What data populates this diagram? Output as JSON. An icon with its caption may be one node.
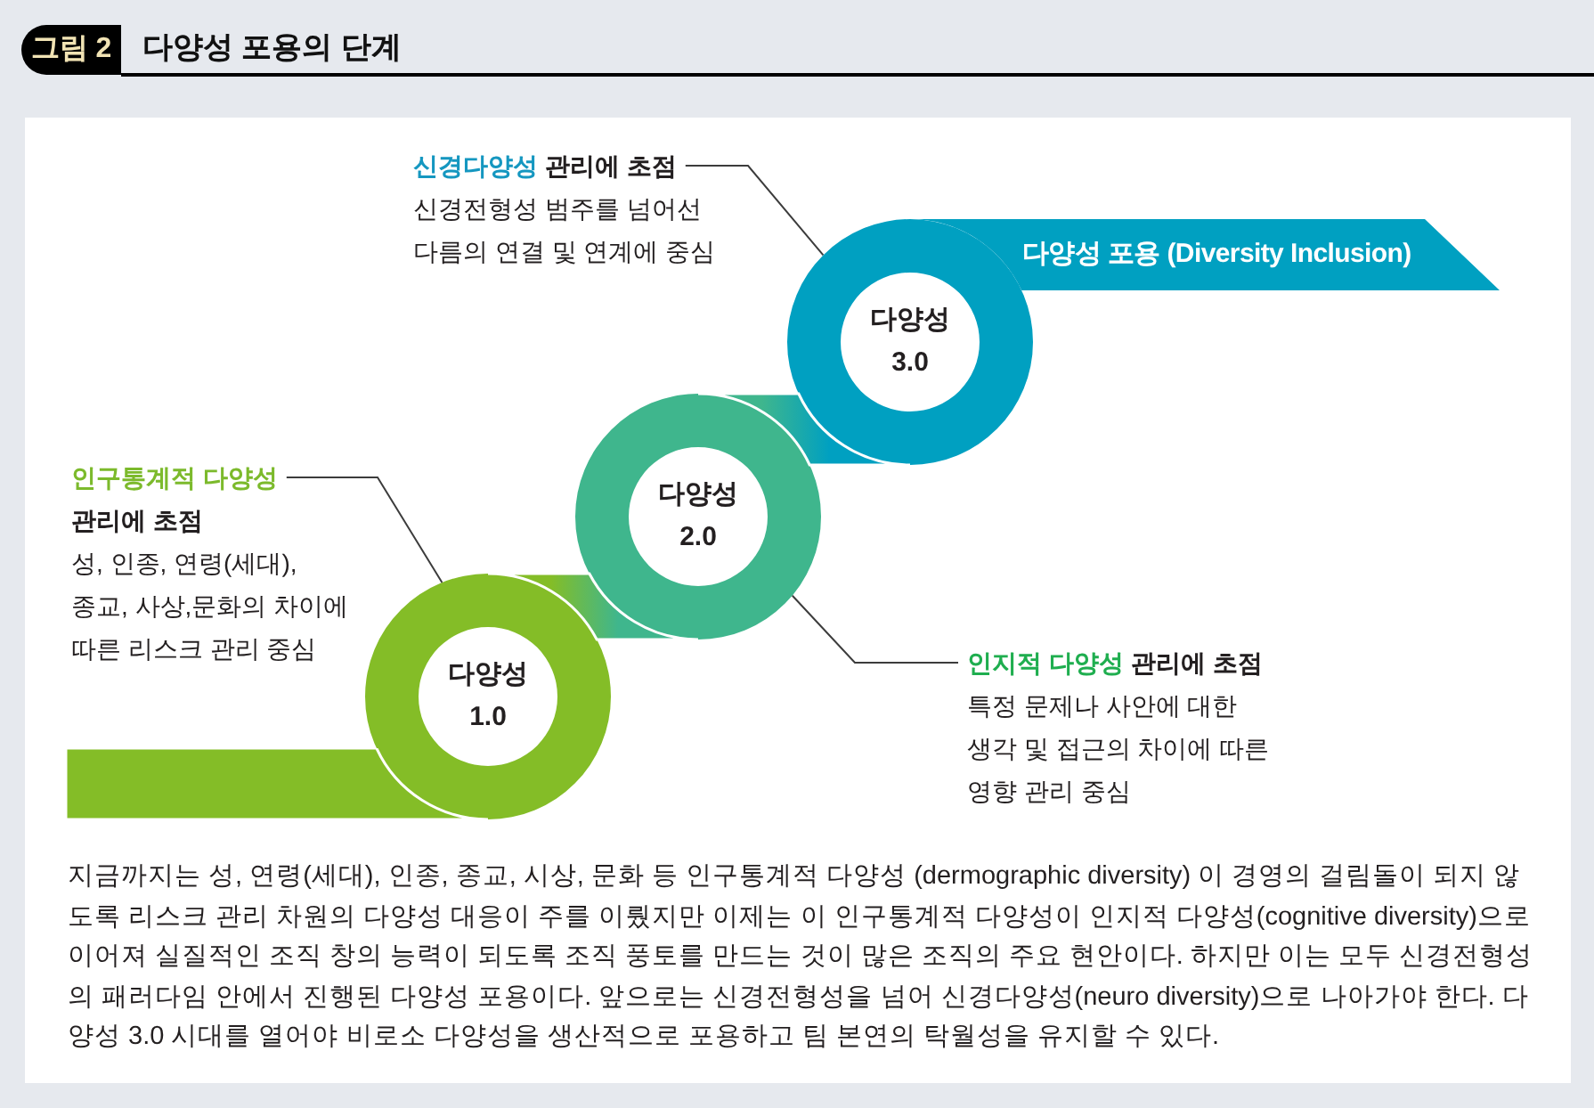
{
  "diagram": {
    "title": "다양성 포용의 단계",
    "caption": "지금까지는 성, 연령(세대), 인종, 종교, 시상, 문화 등 인구통계적 다양성 (dermographic diversity) 이 경영의 걸림돌이 되지 않도록 리스크 관리 차원의 다양성 대응이 주를 이뤘지만 이제는 이 인구통계적 다양성이 인지적 다양성(cognitive diversity)으로 이어져 실질적인 조직 창의 능력이 되도록 조직 풍토를 만드는 것이 많은 조직의 주요 현안이다. 하지만 이는 모두 신경전형성의 패러다임 안에서 진행된 다양성 포용이다. 앞으로는 신경전형성을 넘어 신경다양성(neuro diversity)으로 나아가야 한다. 다양성 3.0 시대를 열어야 비로소 다양성을 생산적으로 포용하고 팀 본연의 탁월성을 유지할 수 있다.",
    "nodes": [
      {
        "text": [],
        "shape": "bar"
      },
      {
        "text": [
          "다양성 1.0"
        ]
      },
      {
        "text": [
          "다양성 2.0"
        ]
      },
      {
        "text": [
          "다양성 3.0"
        ]
      },
      {
        "text": [
          "다양성 포용 (Diversity Inclusion)"
        ]
      },
      {
        "text": [
          "신경다양성",
          "관리에 초점",
          "신경전형성 범주를 넘어선 다름의 연결 및 연계에 중심"
        ]
      },
      {
        "text": [
          "인구통계적 다양성",
          "관리에 초점",
          "성, 인종, 연령(세대), 종교, 사상,문화의 차이에 따른 리스크 관리 중심"
        ]
      },
      {
        "text": [
          "인지적 다양성",
          "관리에 초점",
          "특정 문제나 사안에 대한 생각 및 접근의 차이에 따른 영향 관리 중심"
        ]
      }
    ],
    "edges": [
      {
        "from": 1,
        "to": 2,
        "arrow": "none",
        "style": "thick"
      },
      {
        "from": 2,
        "to": 3,
        "arrow": "none",
        "style": "thick"
      },
      {
        "from": 5,
        "to": 3,
        "arrow": "none"
      },
      {
        "from": 6,
        "to": 1,
        "arrow": "none"
      },
      {
        "from": 7,
        "to": 2,
        "arrow": "none"
      }
    ],
    "labels": [
      "그림 2"
    ]
  }
}
